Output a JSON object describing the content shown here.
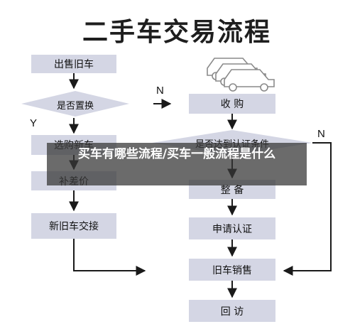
{
  "title": "二手车交易流程",
  "overlay_caption": "买车有哪些流程/买车一般流程是什么",
  "nodes": {
    "sell_car": "出售旧车",
    "replace_question": "是否置换",
    "choose_new_car": "选购新车",
    "pay_difference": "补差价",
    "handover": "新旧车交接",
    "purchase": "收 购",
    "reach_conditions_question": "是否达到认证条件",
    "prepare": "整 备",
    "apply_certification": "申请认证",
    "used_car_sales": "旧车销售",
    "follow_up": "回 访"
  },
  "edge_labels": {
    "yes": "Y",
    "no_purchase": "N",
    "no_sales": "N"
  },
  "colors": {
    "box": "#d4d6e4",
    "line": "#1a1a1a",
    "car_icon": "#8a8a8a"
  },
  "icons": {
    "car_stack": "stacked-cars-icon"
  }
}
